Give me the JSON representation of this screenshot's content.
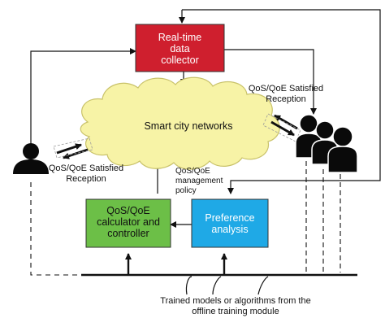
{
  "nodes": {
    "collector": {
      "lines": [
        "Real-time",
        "data",
        "collector"
      ],
      "color": "#cf1f2e"
    },
    "cloud": {
      "label": "Smart city networks",
      "color": "#f7f3a6"
    },
    "calculator": {
      "lines": [
        "QoS/QoE",
        "calculator and",
        "controller"
      ],
      "color": "#6cbf47"
    },
    "preference": {
      "lines": [
        "Preference",
        "analysis"
      ],
      "color": "#1fa9e6"
    }
  },
  "annotations": {
    "reception_left": [
      "QoS/QoE Satisfied",
      "Reception"
    ],
    "reception_right": [
      "QoS/QoE Satisfied",
      "Reception"
    ],
    "policy": [
      "QoS/QoE",
      "management",
      "policy"
    ],
    "trained": [
      "Trained models or algorithms from the",
      "offline training module"
    ]
  },
  "icons": [
    "single-user-icon",
    "user-group-icon",
    "signal-arrows-icon"
  ]
}
